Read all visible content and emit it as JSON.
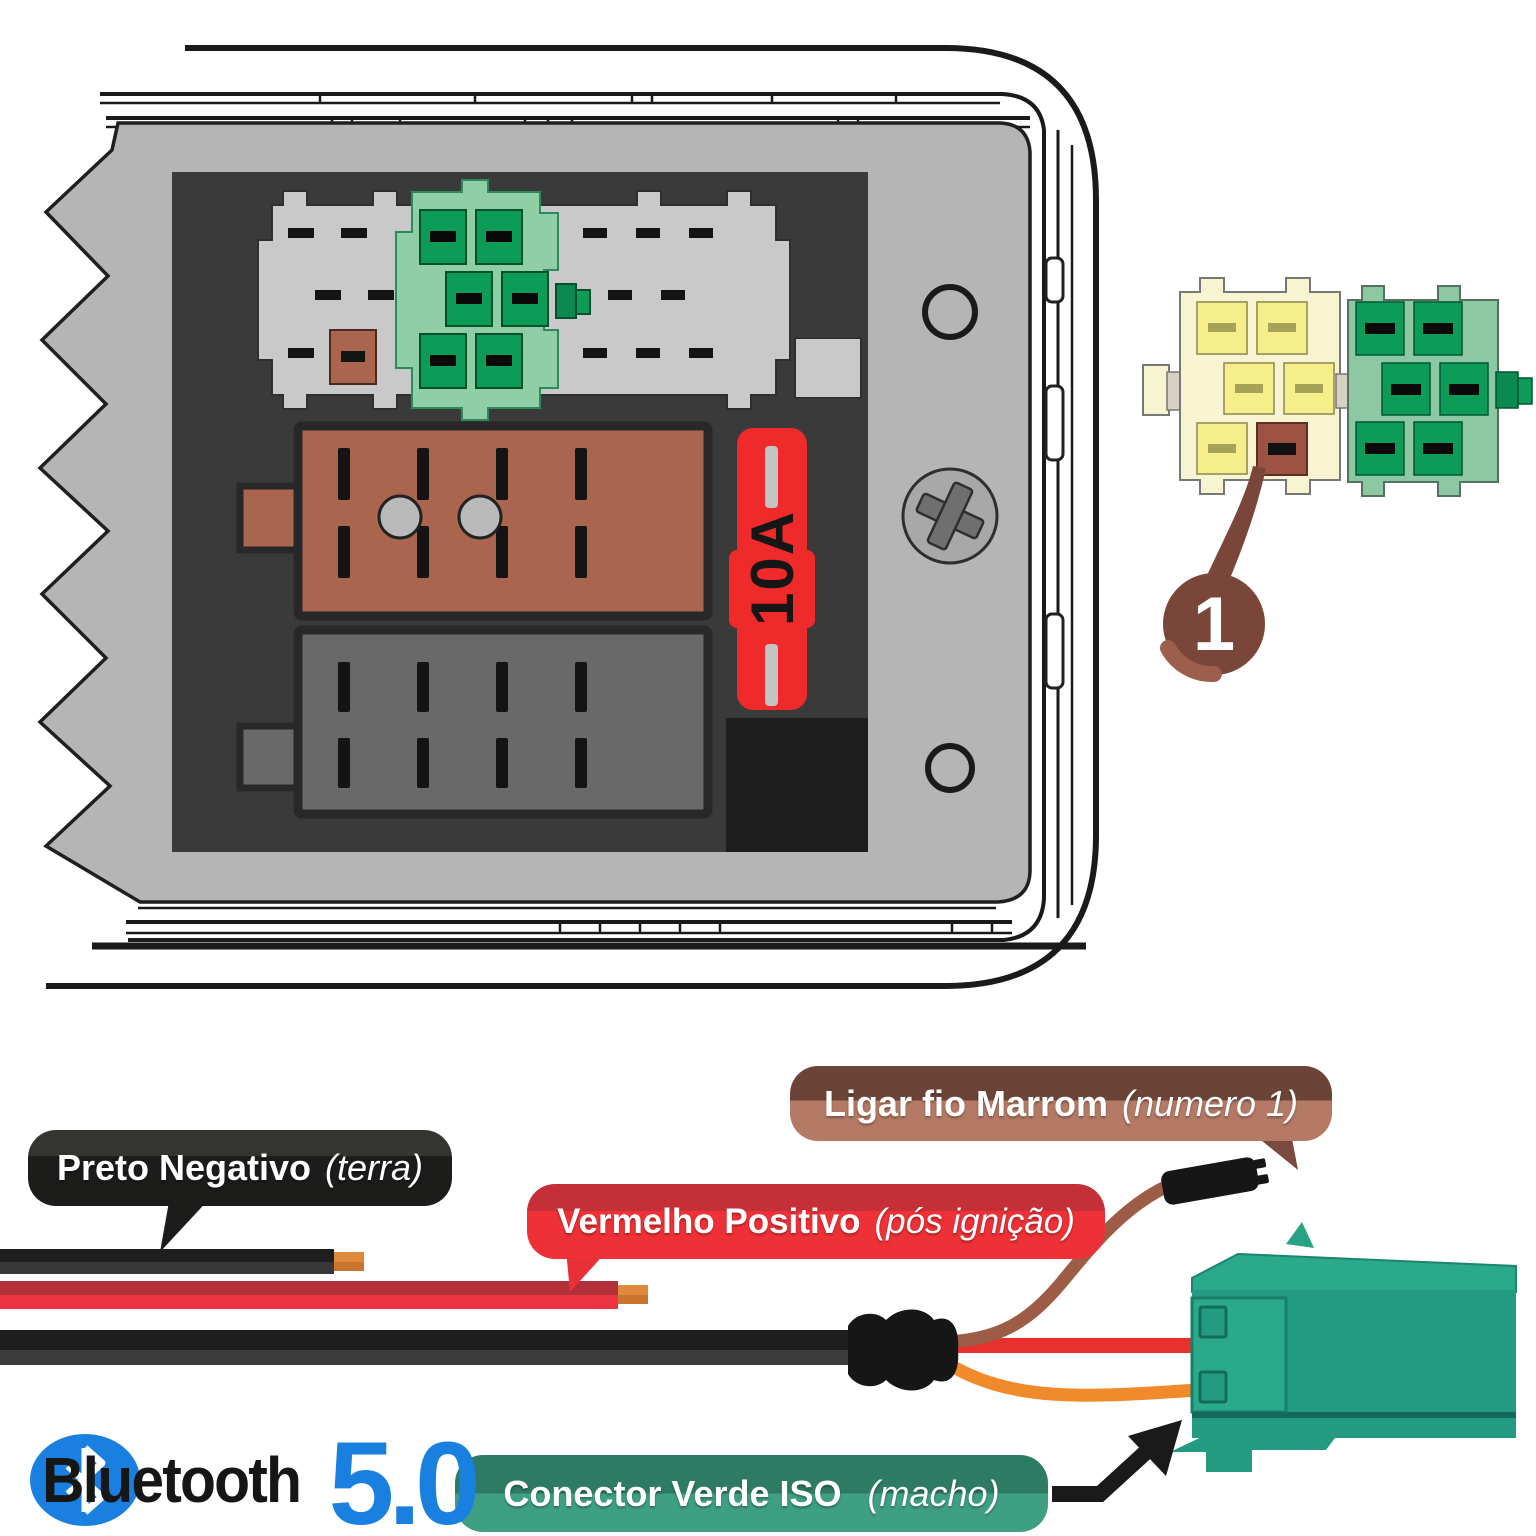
{
  "palette": {
    "panel_gray": "#b5b5b5",
    "recess_dark": "#3a3a3a",
    "connector_strip_gray": "#c9c9c9",
    "green_insert_light": "#90cfa6",
    "green_socket": "#0d9c58",
    "brown_iso_connector": "#a9654e",
    "dark_iso_connector": "#696969",
    "fuse_red": "#ee2a2a",
    "mini_cream_body": "#f8f3d0",
    "mini_yellow_socket": "#f6ee8a",
    "mini_brown_socket": "#9d5243",
    "callout_brown": "#7a463a",
    "label_black": "#1c1c1a",
    "label_red": "#ee3137",
    "label_brown": "#b57a66",
    "label_green": "#3f9f82",
    "wire_copper": "#e0883c",
    "wire_orange": "#f08a2a",
    "wire_brown": "#9d5c46",
    "iso_male_teal": "#2aa98b",
    "bluetooth_blue": "#1a80e0"
  },
  "radio": {
    "fuse_label": "10A"
  },
  "callout": {
    "number": "1"
  },
  "labels": {
    "black_negative": {
      "bold": "Preto Negativo",
      "italic": "(terra)"
    },
    "red_positive": {
      "bold": "Vermelho Positivo",
      "italic": "(pós ignição)"
    },
    "brown_wire": {
      "bold": "Ligar fio Marrom",
      "italic": "(numero 1)"
    },
    "green_connector": {
      "bold": "Conector  Verde ISO",
      "italic": "(macho)"
    }
  },
  "bluetooth": {
    "brand": "Bluetooth",
    "version": "5.0"
  }
}
